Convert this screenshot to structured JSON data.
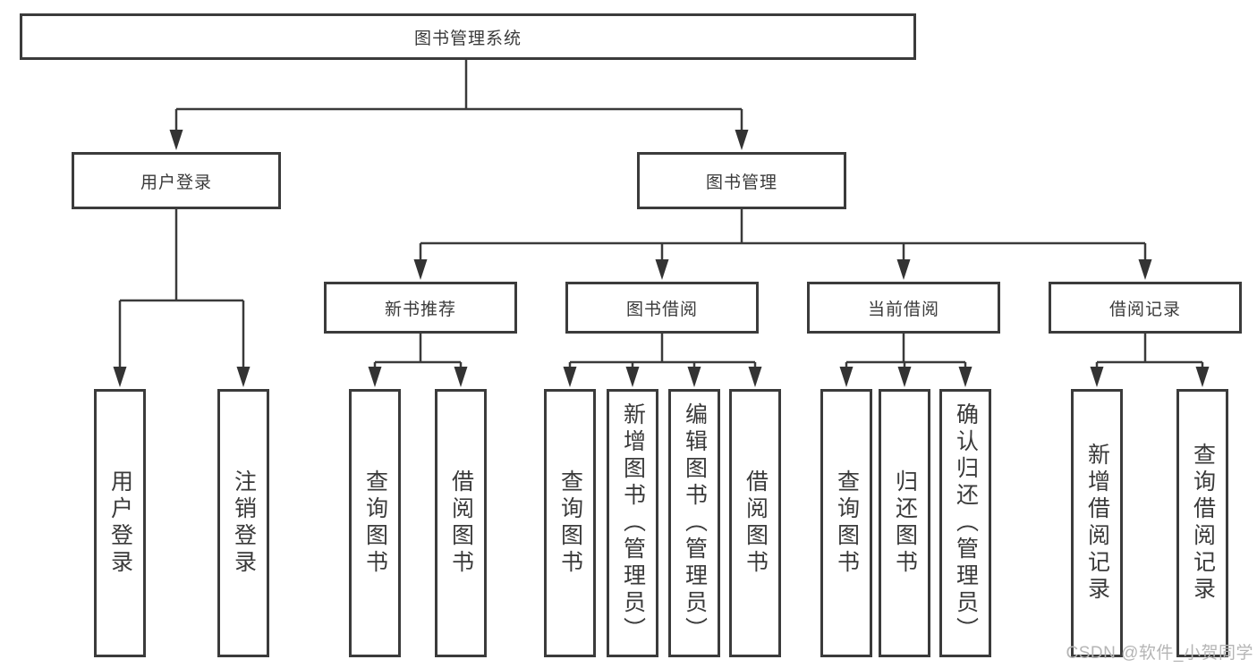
{
  "diagram": {
    "root": {
      "label": "图书管理系统"
    },
    "level2": {
      "user_login": {
        "label": "用户登录"
      },
      "book_mgmt": {
        "label": "图书管理"
      }
    },
    "level3": {
      "new_books": {
        "label": "新书推荐"
      },
      "book_borrow": {
        "label": "图书借阅"
      },
      "current_borrow": {
        "label": "当前借阅"
      },
      "borrow_records": {
        "label": "借阅记录"
      }
    },
    "leaves": {
      "user_login": [
        "用户登录",
        "注销登录"
      ],
      "new_books": [
        "查询图书",
        "借阅图书"
      ],
      "book_borrow": [
        "查询图书",
        "新增图书（管理员）",
        "编辑图书（管理员）",
        "借阅图书"
      ],
      "current_borrow": [
        "查询图书",
        "归还图书",
        "确认归还（管理员）"
      ],
      "borrow_records": [
        "新增借阅记录",
        "查询借阅记录"
      ]
    },
    "watermark": "CSDN @软件_小贺同学",
    "colors": {
      "line": "#3a3a3a",
      "border": "#3b3b3b",
      "text": "#3a3a3a",
      "watermark": "#b5b5b5",
      "background": "#ffffff"
    }
  }
}
